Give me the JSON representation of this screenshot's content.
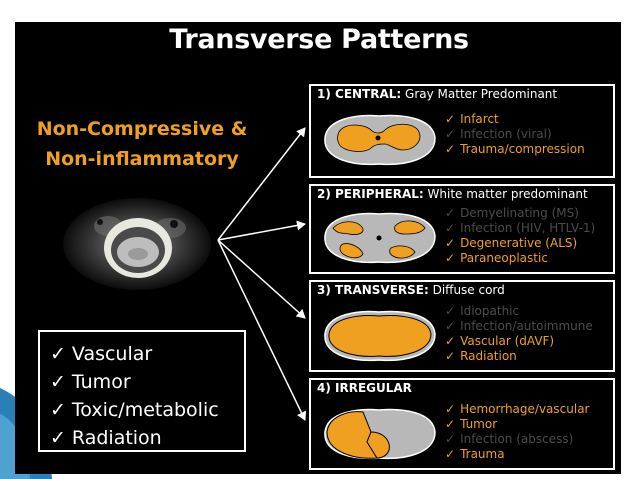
{
  "slide": {
    "title": "Transverse Patterns",
    "subtitle_line1": "Non-Compressive &",
    "subtitle_line2": "Non-inflammatory",
    "left_list": [
      "Vascular",
      "Tumor",
      "Toxic/metabolic",
      "Radiation"
    ],
    "check": "✓",
    "colors": {
      "accent": "#f0a020",
      "cord": "#b8b8b8",
      "inactive": "#4c4c4c",
      "background": "#000000"
    }
  },
  "patterns": [
    {
      "head_bold": "1) CENTRAL:",
      "head_rest": " Gray Matter Predominant",
      "items": [
        {
          "text": "Infarct",
          "active": true
        },
        {
          "text": "Infection (viral)",
          "active": false
        },
        {
          "text": "Trauma/compression",
          "active": true
        }
      ]
    },
    {
      "head_bold": "2) PERIPHERAL:",
      "head_rest": " White matter predominant",
      "items": [
        {
          "text": "Demyelinating (MS)",
          "active": false
        },
        {
          "text": "Infection (HIV, HTLV-1)",
          "active": false
        },
        {
          "text": "Degenerative (ALS)",
          "active": true
        },
        {
          "text": "Paraneoplastic",
          "active": true
        }
      ]
    },
    {
      "head_bold": "3) TRANSVERSE:",
      "head_rest": " Diffuse cord",
      "items": [
        {
          "text": "Idiopathic",
          "active": false
        },
        {
          "text": "Infection/autoimmune",
          "active": false
        },
        {
          "text": "Vascular (dAVF)",
          "active": true
        },
        {
          "text": "Radiation",
          "active": true
        }
      ]
    },
    {
      "head_bold": "4) IRREGULAR",
      "head_rest": "",
      "items": [
        {
          "text": "Hemorrhage/vascular",
          "active": true
        },
        {
          "text": "Tumor",
          "active": true
        },
        {
          "text": "Infection (abscess)",
          "active": false
        },
        {
          "text": "Trauma",
          "active": true
        }
      ]
    }
  ]
}
